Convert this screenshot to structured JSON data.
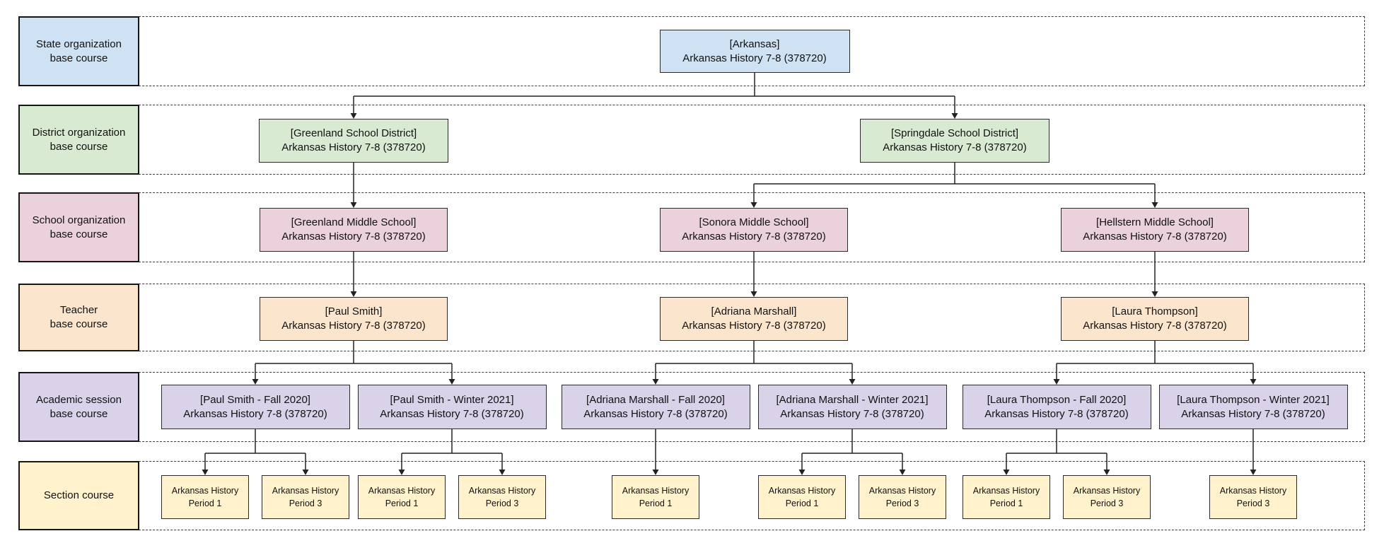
{
  "diagram": {
    "rows": [
      {
        "id": "state",
        "legend": "State organization\nbase course",
        "color": "#cfe2f3"
      },
      {
        "id": "district",
        "legend": "District organization\nbase course",
        "color": "#d9ead3"
      },
      {
        "id": "school",
        "legend": "School organization\nbase course",
        "color": "#ead1dc"
      },
      {
        "id": "teacher",
        "legend": "Teacher\nbase course",
        "color": "#fce5cd"
      },
      {
        "id": "session",
        "legend": "Academic session\nbase course",
        "color": "#d9d2e9"
      },
      {
        "id": "section",
        "legend": "Section course",
        "color": "#fff2cc"
      }
    ],
    "line_color": "#222222",
    "nodes": [
      {
        "id": "arkansas",
        "row": "state",
        "parent": null,
        "line1": "[Arkansas]",
        "line2": "Arkansas History 7-8 (378720)"
      },
      {
        "id": "greenland-district",
        "row": "district",
        "parent": "arkansas",
        "line1": "[Greenland School District]",
        "line2": "Arkansas History 7-8 (378720)"
      },
      {
        "id": "springdale-district",
        "row": "district",
        "parent": "arkansas",
        "line1": "[Springdale School District]",
        "line2": "Arkansas History 7-8 (378720)"
      },
      {
        "id": "greenland-ms",
        "row": "school",
        "parent": "greenland-district",
        "line1": "[Greenland Middle School]",
        "line2": "Arkansas History 7-8 (378720)"
      },
      {
        "id": "sonora-ms",
        "row": "school",
        "parent": "springdale-district",
        "line1": "[Sonora Middle School]",
        "line2": "Arkansas History 7-8 (378720)"
      },
      {
        "id": "hellstern-ms",
        "row": "school",
        "parent": "springdale-district",
        "line1": "[Hellstern Middle School]",
        "line2": "Arkansas History 7-8 (378720)"
      },
      {
        "id": "paul-smith",
        "row": "teacher",
        "parent": "greenland-ms",
        "line1": "[Paul Smith]",
        "line2": "Arkansas History 7-8 (378720)"
      },
      {
        "id": "adriana-marshall",
        "row": "teacher",
        "parent": "sonora-ms",
        "line1": "[Adriana Marshall]",
        "line2": "Arkansas History 7-8 (378720)"
      },
      {
        "id": "laura-thompson",
        "row": "teacher",
        "parent": "hellstern-ms",
        "line1": "[Laura Thompson]",
        "line2": "Arkansas History 7-8 (378720)"
      },
      {
        "id": "ps-fall",
        "row": "session",
        "parent": "paul-smith",
        "line1": "[Paul Smith - Fall 2020]",
        "line2": "Arkansas History 7-8 (378720)"
      },
      {
        "id": "ps-winter",
        "row": "session",
        "parent": "paul-smith",
        "line1": "[Paul Smith - Winter 2021]",
        "line2": "Arkansas History 7-8 (378720)"
      },
      {
        "id": "am-fall",
        "row": "session",
        "parent": "adriana-marshall",
        "line1": "[Adriana Marshall - Fall 2020]",
        "line2": "Arkansas History 7-8 (378720)"
      },
      {
        "id": "am-winter",
        "row": "session",
        "parent": "adriana-marshall",
        "line1": "[Adriana Marshall - Winter 2021]",
        "line2": "Arkansas History 7-8 (378720)"
      },
      {
        "id": "lt-fall",
        "row": "session",
        "parent": "laura-thompson",
        "line1": "[Laura Thompson - Fall 2020]",
        "line2": "Arkansas History 7-8 (378720)"
      },
      {
        "id": "lt-winter",
        "row": "session",
        "parent": "laura-thompson",
        "line1": "[Laura Thompson - Winter 2021]",
        "line2": "Arkansas History 7-8 (378720)"
      },
      {
        "id": "ps-fall-p1",
        "row": "section",
        "parent": "ps-fall",
        "line1": "Arkansas History",
        "line2": "Period 1"
      },
      {
        "id": "ps-fall-p3",
        "row": "section",
        "parent": "ps-fall",
        "line1": "Arkansas History",
        "line2": "Period 3"
      },
      {
        "id": "ps-winter-p1",
        "row": "section",
        "parent": "ps-winter",
        "line1": "Arkansas History",
        "line2": "Period 1"
      },
      {
        "id": "ps-winter-p3",
        "row": "section",
        "parent": "ps-winter",
        "line1": "Arkansas History",
        "line2": "Period 3"
      },
      {
        "id": "am-fall-p1",
        "row": "section",
        "parent": "am-fall",
        "line1": "Arkansas History",
        "line2": "Period 1"
      },
      {
        "id": "am-winter-p1",
        "row": "section",
        "parent": "am-winter",
        "line1": "Arkansas History",
        "line2": "Period 1"
      },
      {
        "id": "am-winter-p3",
        "row": "section",
        "parent": "am-winter",
        "line1": "Arkansas History",
        "line2": "Period 3"
      },
      {
        "id": "lt-fall-p1",
        "row": "section",
        "parent": "lt-fall",
        "line1": "Arkansas History",
        "line2": "Period 1"
      },
      {
        "id": "lt-fall-p3",
        "row": "section",
        "parent": "lt-fall",
        "line1": "Arkansas History",
        "line2": "Period 3"
      },
      {
        "id": "lt-winter-p3",
        "row": "section",
        "parent": "lt-winter",
        "line1": "Arkansas History",
        "line2": "Period 3"
      }
    ]
  }
}
